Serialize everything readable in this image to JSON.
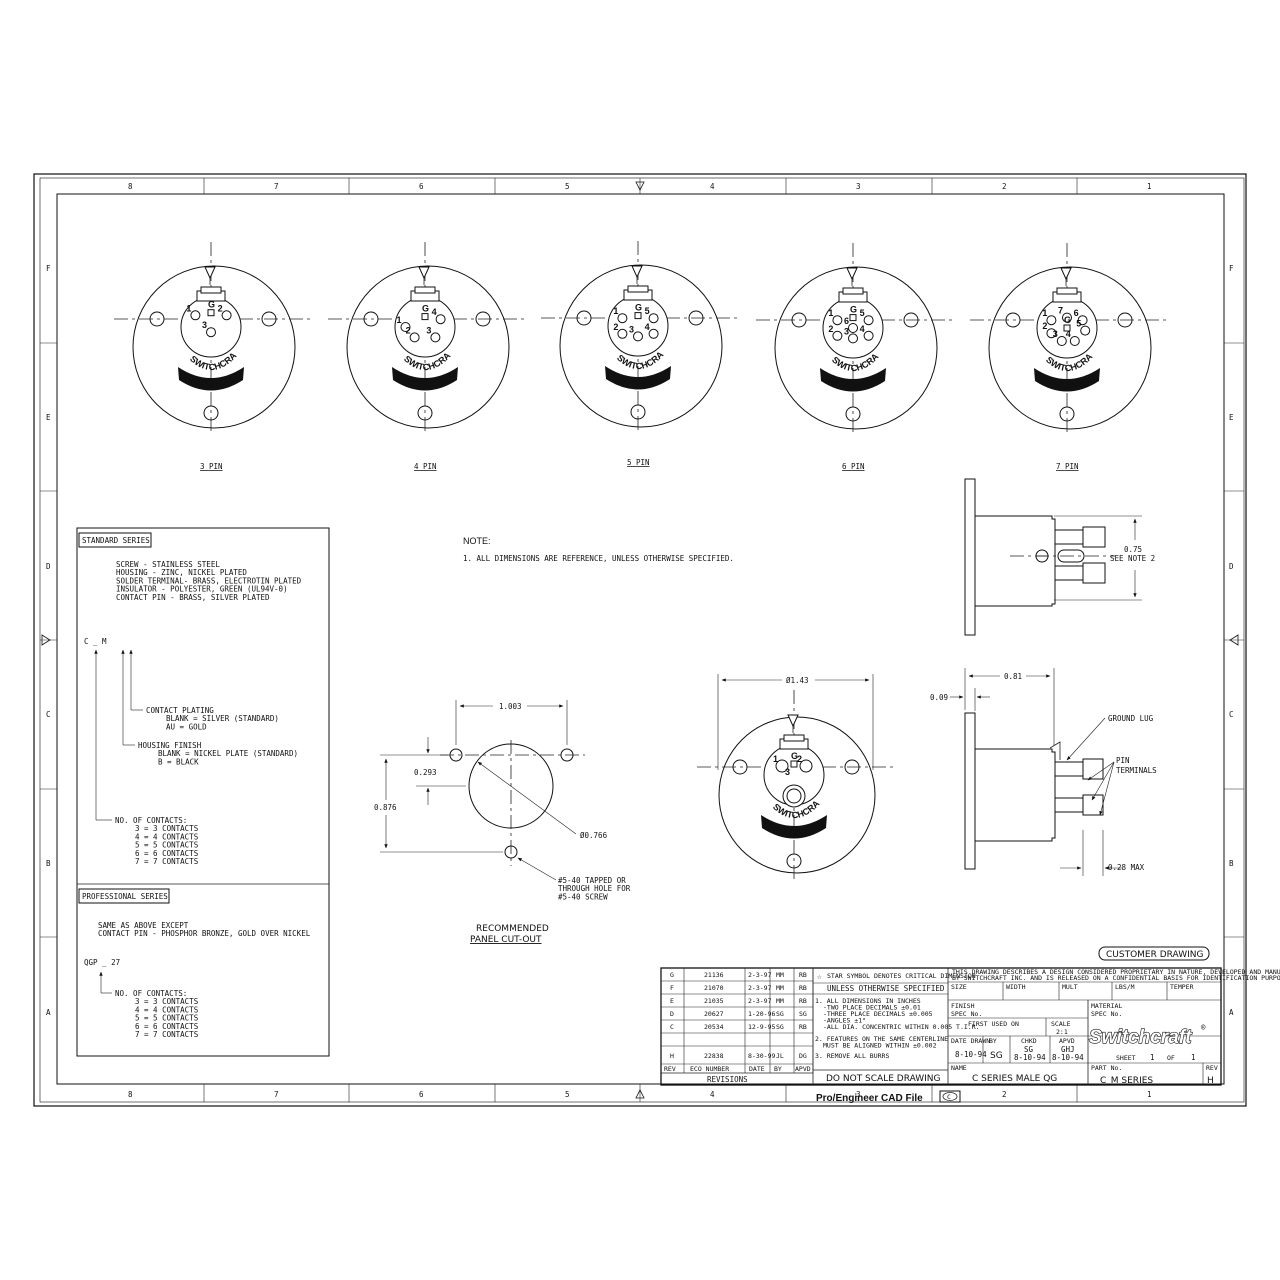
{
  "frame": {
    "columns": [
      "8",
      "7",
      "6",
      "5",
      "4",
      "3",
      "2",
      "1"
    ],
    "rows": [
      "F",
      "E",
      "D",
      "C",
      "B",
      "A"
    ]
  },
  "connectors": [
    {
      "label": "3 PIN",
      "pins": [
        "1",
        "G",
        "2",
        "3"
      ]
    },
    {
      "label": "4 PIN",
      "pins": [
        "1",
        "G",
        "4",
        "2",
        "3"
      ]
    },
    {
      "label": "5 PIN",
      "pins": [
        "1",
        "G",
        "5",
        "2",
        "3",
        "4"
      ]
    },
    {
      "label": "6 PIN",
      "pins": [
        "1",
        "G",
        "5",
        "2",
        "6",
        "3",
        "4"
      ]
    },
    {
      "label": "7 PIN",
      "pins": [
        "1",
        "7",
        "6",
        "2",
        "G",
        "3",
        "4",
        "5"
      ]
    }
  ],
  "logo_marking": "SWITCHCRAFT",
  "standard_series": {
    "title": "STANDARD SERIES",
    "materials": [
      "SCREW - STAINLESS STEEL",
      "HOUSING - ZINC, NICKEL PLATED",
      "SOLDER TERMINAL- BRASS, ELECTROTIN PLATED",
      "INSULATOR - POLYESTER, GREEN (UL94V-0)",
      "CONTACT PIN - BRASS, SILVER PLATED"
    ],
    "part_code": "C _ M",
    "contact_plating": [
      "CONTACT PLATING",
      "BLANK = SILVER (STANDARD)",
      "AU = GOLD"
    ],
    "housing_finish": [
      "HOUSING FINISH",
      "BLANK = NICKEL PLATE (STANDARD)",
      "B = BLACK"
    ],
    "contacts": [
      "NO. OF CONTACTS:",
      "3 = 3 CONTACTS",
      "4 = 4 CONTACTS",
      "5 = 5 CONTACTS",
      "6 = 6 CONTACTS",
      "7 = 7 CONTACTS"
    ]
  },
  "professional_series": {
    "title": "PROFESSIONAL SERIES",
    "lines": [
      "SAME AS ABOVE EXCEPT",
      "CONTACT PIN -  PHOSPHOR BRONZE, GOLD OVER NICKEL"
    ],
    "part_code": "QGP _ 27",
    "contacts": [
      "NO. OF CONTACTS:",
      "3 = 3 CONTACTS",
      "4 = 4 CONTACTS",
      "5 = 5 CONTACTS",
      "6 = 6 CONTACTS",
      "7 = 7 CONTACTS"
    ]
  },
  "note": {
    "title": "NOTE:",
    "text": "1. ALL DIMENSIONS ARE REFERENCE, UNLESS OTHERWISE SPECIFIED."
  },
  "cutout": {
    "dim_width": "1.003",
    "dim_offset": "0.293",
    "dim_height": "0.876",
    "dim_dia": "Ø0.766",
    "hole_note": [
      "#5-40 TAPPED OR",
      "THROUGH HOLE FOR",
      "#5-40 SCREW"
    ],
    "title": [
      "RECOMMENDED",
      "PANEL CUT-OUT"
    ]
  },
  "front_view": {
    "dim_dia": "Ø1.43",
    "pins": [
      "1",
      "G",
      "2",
      "3"
    ]
  },
  "side_view_top": {
    "dim": "0.75",
    "note": "SEE NOTE 2"
  },
  "side_view_bottom": {
    "dim_total": "0.81",
    "dim_flange": "0.09",
    "ground_lug": "GROUND LUG",
    "pin_terminals": [
      "PIN",
      "TERMINALS"
    ],
    "dim_max": "0.28 MAX"
  },
  "customer_drawing": "CUSTOMER DRAWING",
  "revisions": {
    "rows": [
      {
        "rev": "G",
        "eco": "21136",
        "date": "2-3-97",
        "by": "MM",
        "apvd": "RB"
      },
      {
        "rev": "F",
        "eco": "21070",
        "date": "2-3-97",
        "by": "MM",
        "apvd": "RB"
      },
      {
        "rev": "E",
        "eco": "21035",
        "date": "2-3-97",
        "by": "MM",
        "apvd": "RB"
      },
      {
        "rev": "D",
        "eco": "20627",
        "date": "1-20-96",
        "by": "SG",
        "apvd": "SG"
      },
      {
        "rev": "C",
        "eco": "20534",
        "date": "12-9-95",
        "by": "SG",
        "apvd": "RB"
      },
      {
        "rev": "H",
        "eco": "22838",
        "date": "8-30-99",
        "by": "JL",
        "apvd": "DG"
      }
    ],
    "headers": [
      "REV",
      "ECO NUMBER",
      "DATE",
      "BY",
      "APVD"
    ],
    "title": "REVISIONS"
  },
  "spec": {
    "star": "STAR SYMBOL DENOTES CRITICAL DIMENSION",
    "unless": "UNLESS OTHERWISE SPECIFIED",
    "tol": [
      "1. ALL DIMENSIONS IN INCHES",
      "-TWO PLACE DECIMALS      ±0.01",
      "-THREE PLACE DECIMALS    ±0.005",
      "-ANGLES                 ±1°",
      "-ALL DIA. CONCENTRIC WITHIN 0.005 T.I.R."
    ],
    "feat": [
      "2. FEATURES ON THE SAME CENTERLINE",
      "MUST BE ALIGNED WITHIN ±0.002"
    ],
    "burrs": "3. REMOVE ALL BURRS",
    "dns": "DO NOT SCALE DRAWING"
  },
  "title_block": {
    "proprietary": [
      "THIS DRAWING DESCRIBES A DESIGN CONSIDERED PROPRIETARY IN NATURE, DEVELOPED AND MANUFACTURED",
      "BY SWITCHCRAFT INC. AND IS RELEASED ON A CONFIDENTIAL BASIS FOR IDENTIFICATION PURPOSES ONLY."
    ],
    "size": "SIZE",
    "width": "WIDTH",
    "mult": "MULT",
    "lbs_m": "LBS/M",
    "temper": "TEMPER",
    "finish": "FINISH",
    "spec_no": "SPEC No.",
    "material": "MATERIAL",
    "spec_no2": "SPEC No.",
    "first_used_on": "FIRST USED ON",
    "scale_label": "SCALE",
    "scale": "2:1",
    "date_drawn_label": "DATE DRAWN",
    "date_drawn": "8-10-94",
    "by_label": "BY",
    "by": "SG",
    "chkd_label": "CHKD",
    "chkd": "SG",
    "chkd_date": "8-10-94",
    "apvd_label": "APVD",
    "apvd": "GHJ",
    "apvd_date": "8-10-94",
    "company": "Switchcraft",
    "sheet_label": "SHEET",
    "sheet_no": "1",
    "of_label": "OF",
    "sheet_total": "1",
    "name_label": "NAME",
    "name": "C SERIES MALE QG",
    "part_label": "PART No.",
    "part_no": "C_M SERIES",
    "rev_label": "REV",
    "rev": "H"
  },
  "cad_footer": {
    "text": "Pro/Engineer CAD File",
    "badge": "C"
  }
}
